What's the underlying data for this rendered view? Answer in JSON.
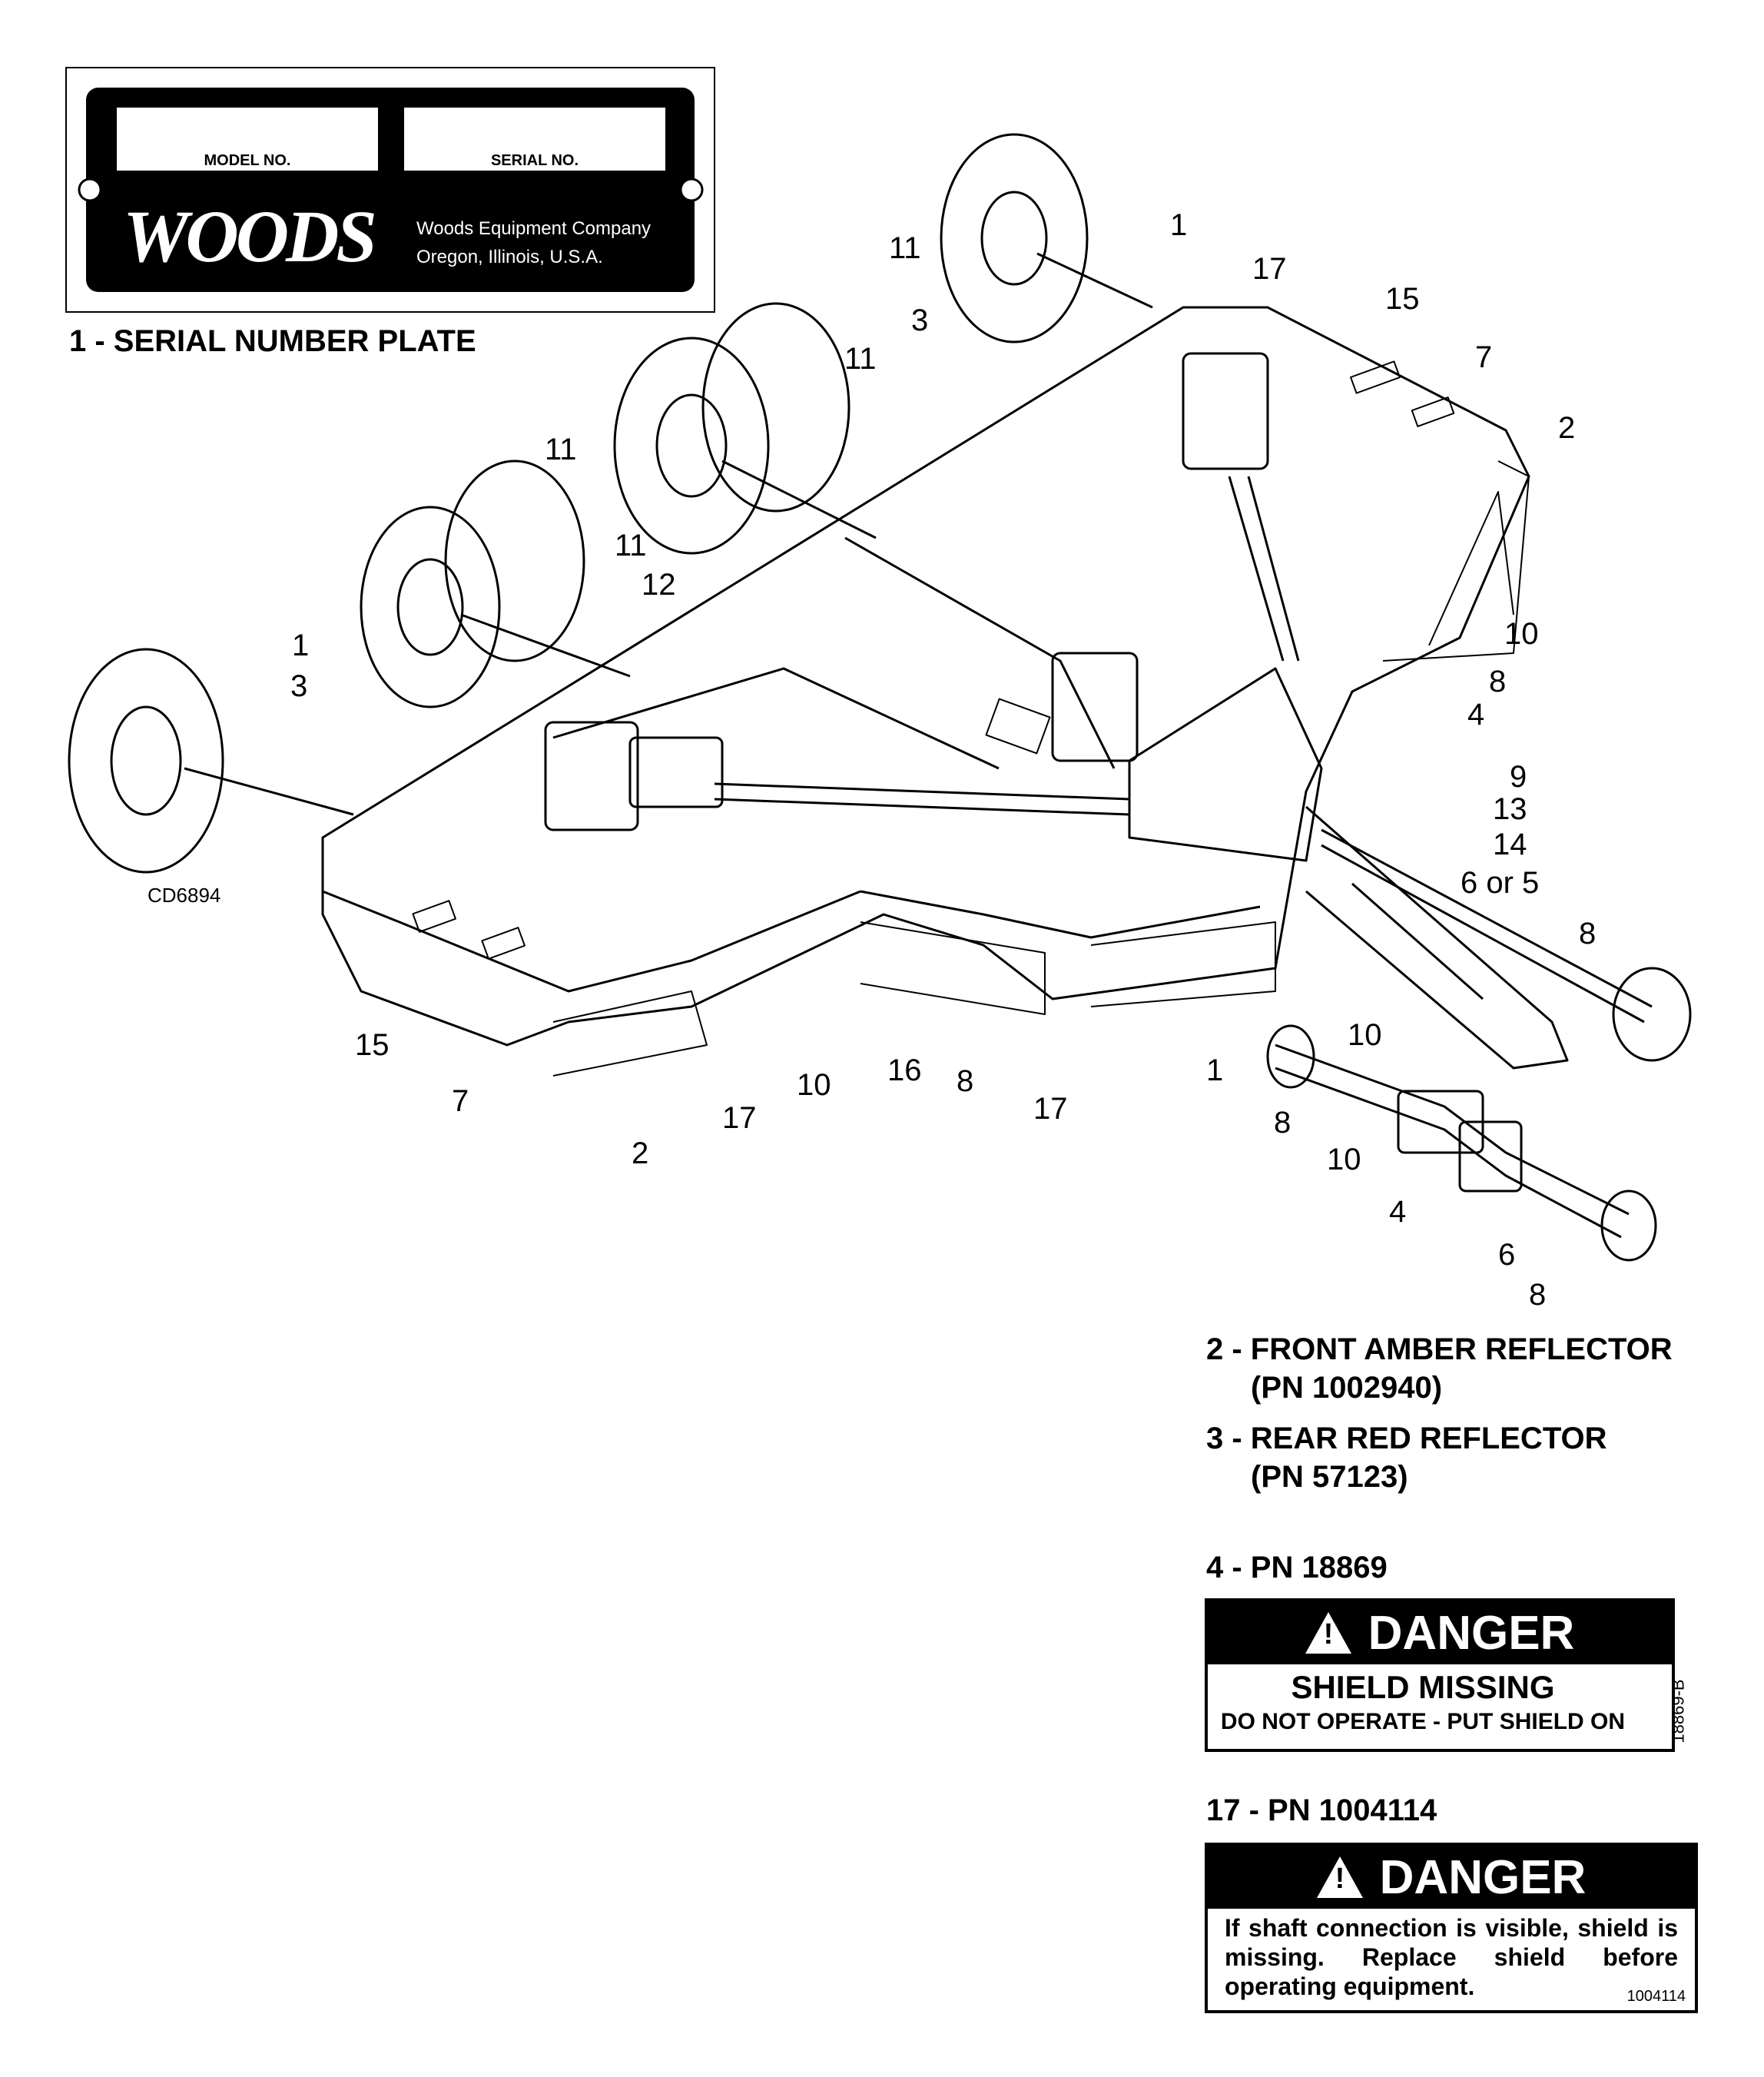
{
  "serial_plate": {
    "model_label": "MODEL NO.",
    "serial_label": "SERIAL NO.",
    "brand": "WOODS",
    "company_line1": "Woods Equipment Company",
    "company_line2": "Oregon, Illinois, U.S.A."
  },
  "figure_code": "CD6894",
  "callouts": [
    "1",
    "3",
    "11",
    "3",
    "11",
    "11",
    "11",
    "12",
    "1",
    "17",
    "15",
    "7",
    "2",
    "10",
    "8",
    "4",
    "9",
    "13",
    "14",
    "6 or 5",
    "8",
    "10",
    "15",
    "7",
    "2",
    "17",
    "10",
    "16",
    "8",
    "17",
    "1",
    "8",
    "10",
    "4",
    "6",
    "8"
  ],
  "headings": {
    "item1": "1 - SERIAL NUMBER PLATE",
    "item2_line1": "2 - FRONT AMBER REFLECTOR",
    "item2_line2": "(PN 1002940)",
    "item3_line1": "3 - REAR RED REFLECTOR",
    "item3_line2": "(PN 57123)",
    "item4": "4 - PN 18869",
    "item17": "17 - PN 1004114"
  },
  "decal_18869": {
    "signal_word": "DANGER",
    "line1": "SHIELD MISSING",
    "line2": "DO NOT OPERATE - PUT SHIELD ON",
    "code": "18869-B"
  },
  "decal_1004114": {
    "signal_word": "DANGER",
    "text": "If shaft connection is visible, shield is missing. Replace shield before operating equipment.",
    "code": "1004114"
  }
}
